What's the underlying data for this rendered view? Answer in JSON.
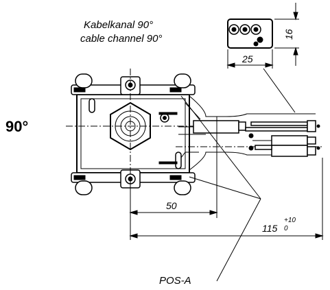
{
  "title_line1": "Kabelkanal 90°",
  "title_line2": "cable channel 90°",
  "angle_label": "90°",
  "dim_channel_height": "16",
  "dim_channel_width": "25",
  "dim_50": "50",
  "dim_115": "115",
  "dim_tol_upper": "+10",
  "dim_tol_lower": "0",
  "position_label": "POS-A"
}
